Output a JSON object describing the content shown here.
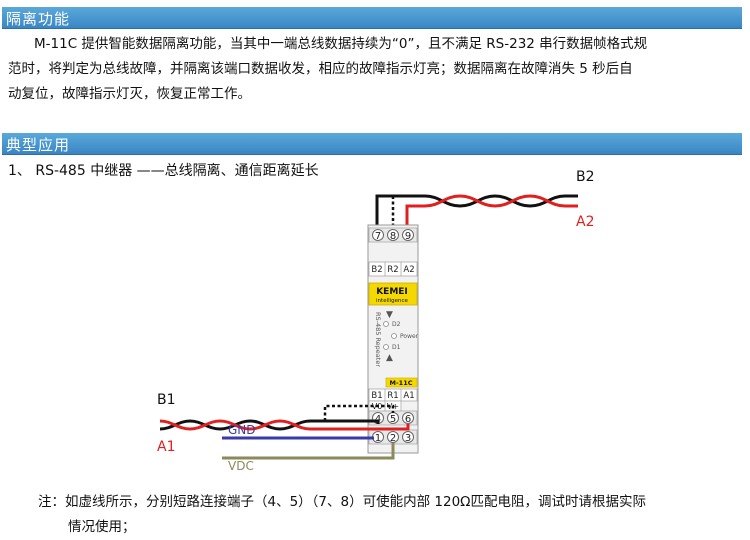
{
  "section1": {
    "title": "隔离功能",
    "paragraph": [
      "M-11C 提供智能数据隔离功能，当其中一端总线数据持续为“0”，且不满足 RS-232 串行数据帧格式规",
      "范时，将判定为总线故障，并隔离该端口数据收发，相应的故障指示灯亮；数据隔离在故障消失 5 秒后自",
      "动复位，故障指示灯灭，恢复正常工作。"
    ]
  },
  "section2": {
    "title": "典型应用",
    "item_title": "1、 RS-485 中继器 ——总线隔离、通信距离延长"
  },
  "diagram": {
    "b2_label": "B2",
    "a2_label": "A2",
    "b1_label": "B1",
    "a1_label": "A1",
    "gnd_label": "GND",
    "vdc_label": "VDC",
    "top_terminals": [
      "7",
      "8",
      "9"
    ],
    "top_port_labels": [
      "B2",
      "R2",
      "A2"
    ],
    "bottom_port_labels": [
      "B1",
      "R1",
      "A1"
    ],
    "power_port_labels": [
      "V0",
      "V+"
    ],
    "mid_terminals": [
      "4",
      "5",
      "6"
    ],
    "low_terminals": [
      "1",
      "2",
      "3"
    ],
    "brand": "KEMEI",
    "brand_sub": "intelligence",
    "side_text": "RS-485 Repeater",
    "led_d2": "D2",
    "led_power": "Power",
    "led_d1": "D1",
    "model": "M-11C",
    "colors": {
      "black_wire": "#111111",
      "red_wire": "#e01f1f",
      "gnd_wire": "#3a3aa8",
      "vdc_wire": "#8a8a5a",
      "brand_bg": "#f5d800"
    }
  },
  "note": {
    "lines": [
      "注：如虚线所示，分别短路连接端子（4、5）（7、8）可使能内部 120Ω匹配电阻，调试时请根据实际",
      "情况使用；"
    ]
  }
}
